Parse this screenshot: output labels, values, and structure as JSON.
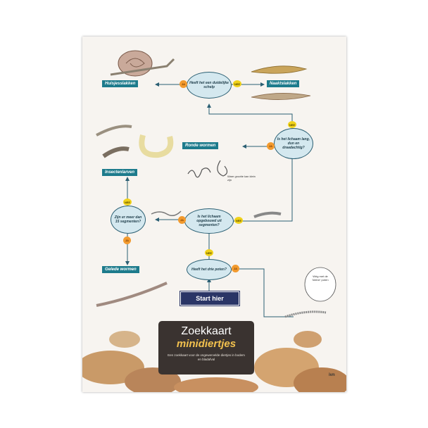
{
  "questions": {
    "q_shell": "Heeft het een duidelijke schelp",
    "q_long": "Is het lichaam lang, dun en draadachtig?",
    "q_segments": "Is het lichaam opgebouwd uit segmenten?",
    "q_legs": "Heeft het drie poten?",
    "q_more15": "Zijn er meer dan 15 segmenten?"
  },
  "labels": {
    "huisjesslakken": "Huisjesslakken",
    "naaktslakken": "Naaktslakken",
    "ronde_wormen": "Ronde wormen",
    "insectenlarven": "Insectenlarven",
    "gelede_wormen": "Gelede wormen"
  },
  "answers": {
    "yes": "JA",
    "no": "NEE"
  },
  "start": "Start hier",
  "size_note": "Ware grootte kan klein zijn",
  "bubble": "Wég met de 'kleine' poten",
  "title": {
    "line1": "Zoekkaart",
    "line2": "minidiertjes",
    "subtitle": "Een zoekkaart voor de ongewervelde diertjes in bodem en bladafval"
  },
  "logo": "ivn",
  "colors": {
    "node_fill": "#d4e8ef",
    "label_bg": "#1d7b8c",
    "yes": "#f29a2e",
    "no": "#f0d21a",
    "start_bg": "#2a3566",
    "title_bg": "#3a3330"
  }
}
